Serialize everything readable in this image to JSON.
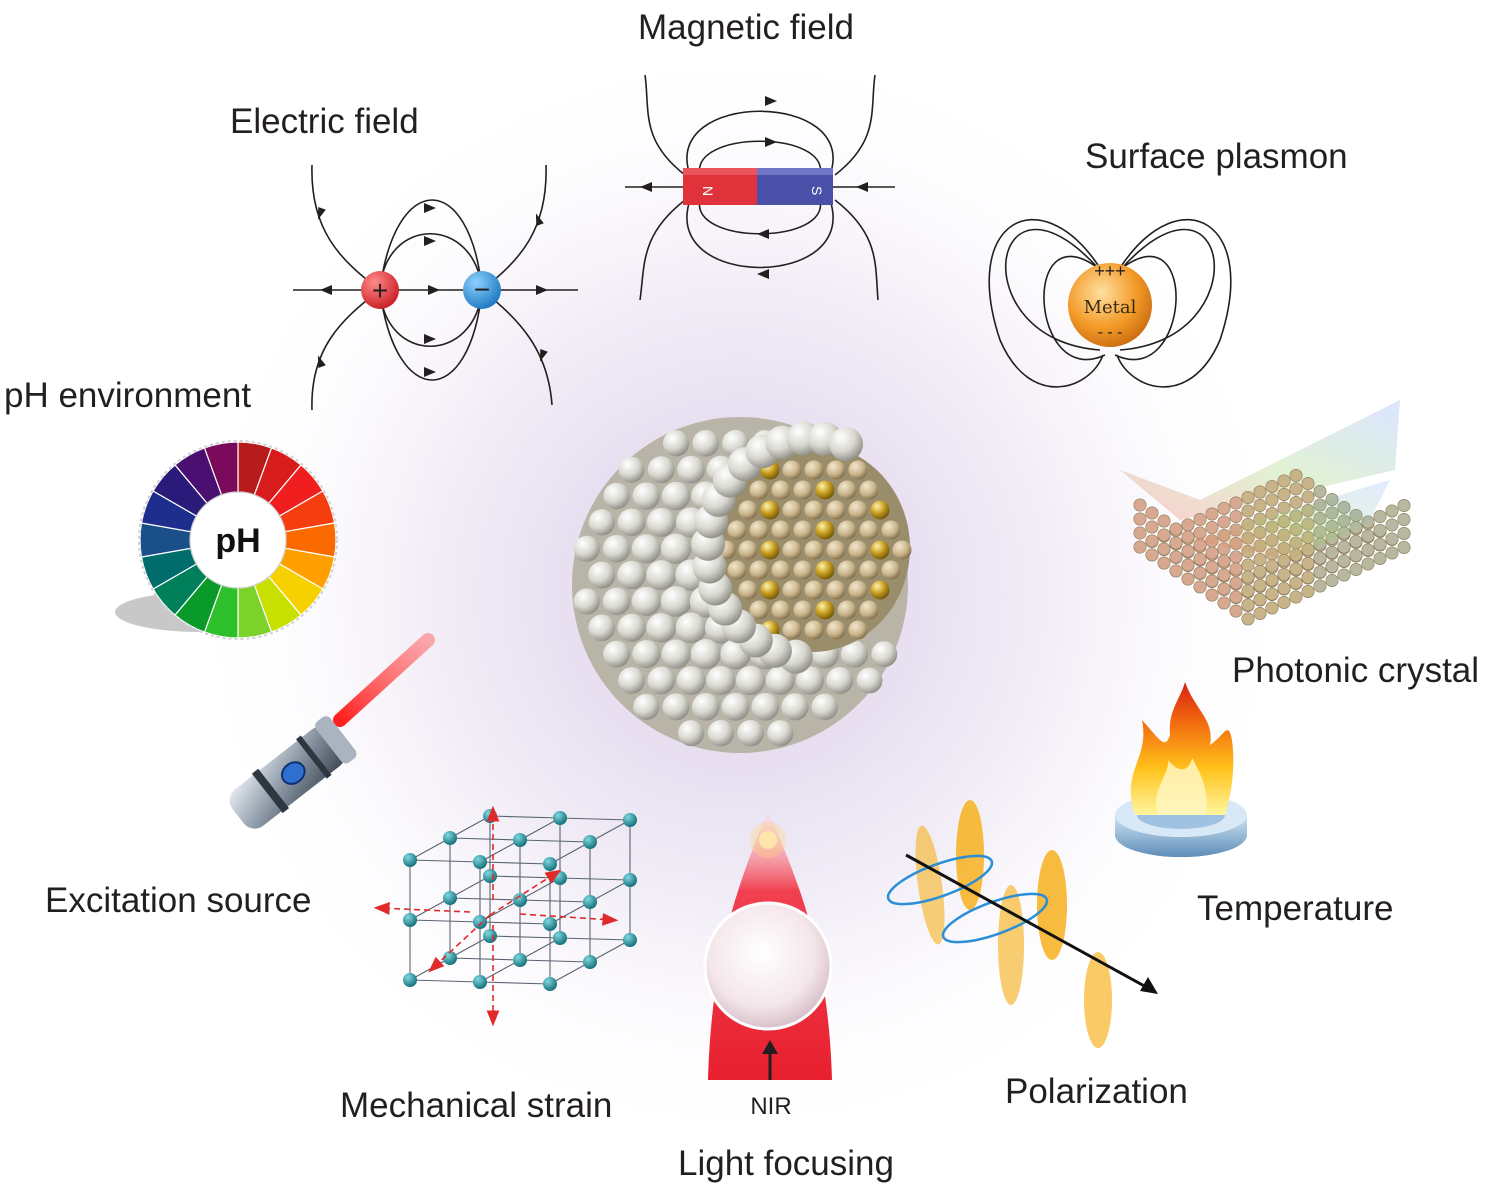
{
  "labels": {
    "magnetic": "Magnetic field",
    "electric": "Electric field",
    "plasmon": "Surface plasmon",
    "ph_env": "pH environment",
    "photonic": "Photonic crystal",
    "excitation": "Excitation source",
    "temperature": "Temperature",
    "strain": "Mechanical strain",
    "polarization": "Polarization",
    "light_focusing": "Light focusing"
  },
  "glyphs": {
    "plus": "+",
    "minus": "−",
    "north": "N",
    "south": "S",
    "metal": "Metal",
    "plasmon_plus": "+++",
    "plasmon_minus": "- - -",
    "ph": "pH",
    "nir": "NIR"
  },
  "colors": {
    "text": "#231f20",
    "positive": "#e03a3e",
    "negative": "#2a8fd6",
    "magnet_n": "#e0323a",
    "magnet_s": "#4a4fa8",
    "metal": "#f0a030",
    "laser": "#e31b23",
    "lattice_atom": "#1d8a95",
    "wave": "#f7b52c",
    "wave_circle": "#2a8fd6",
    "halo": "#e2d8ee"
  },
  "ph_wheel_colors": [
    "#b71c1c",
    "#d81b1b",
    "#f01e1e",
    "#f53d0f",
    "#fb6a00",
    "#ffa000",
    "#f7d000",
    "#c8e000",
    "#7cd12a",
    "#2ec02a",
    "#0a9a2a",
    "#00805a",
    "#006c6c",
    "#1a4f8a",
    "#1d2e8c",
    "#2a1a7a",
    "#4a0f70",
    "#7a0a5a"
  ]
}
